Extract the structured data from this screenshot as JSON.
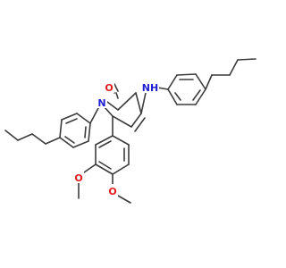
{
  "molecule": {
    "colors": {
      "bond": "#3c3c3c",
      "carbon": "#3c3c3c",
      "nitrogen": "#1f1fd6",
      "oxygen": "#e01b1b",
      "background": "#ffffff"
    },
    "atom_labels": {
      "carbonyl_o": "O",
      "ring_n": "N",
      "amine_nh": "NH",
      "methoxy_o_upper": "O",
      "methoxy_o_lower": "O"
    }
  }
}
